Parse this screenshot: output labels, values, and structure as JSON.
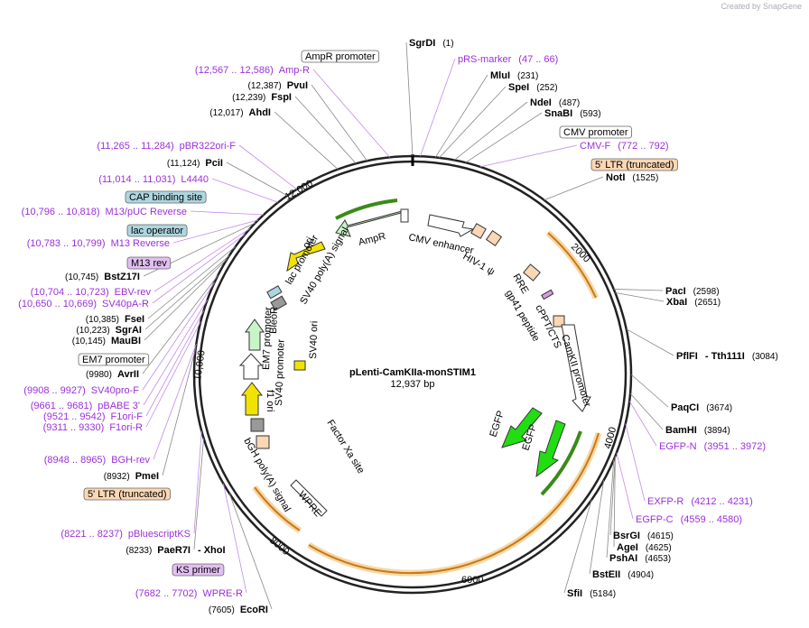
{
  "credit": "Created by SnapGene",
  "plasmid": {
    "name": "pLenti-CamKIIa-monSTIM1",
    "size": "12,937 bp"
  },
  "ticks": [
    "2000",
    "4000",
    "6000",
    "8000",
    "10,000",
    "12,000"
  ],
  "left_labels": [
    {
      "pos": "(12,567 .. 12,586)",
      "name": "Amp-R",
      "kind": "primer"
    },
    {
      "pos": "(12,387)",
      "name": "PvuI",
      "kind": "enzyme"
    },
    {
      "pos": "(12,239)",
      "name": "FspI",
      "kind": "enzyme"
    },
    {
      "pos": "(12,017)",
      "name": "AhdI",
      "kind": "enzyme"
    },
    {
      "pos": "(11,265 .. 11,284)",
      "name": "pBR322ori-F",
      "kind": "primer"
    },
    {
      "pos": "(11,124)",
      "name": "PciI",
      "kind": "enzyme"
    },
    {
      "pos": "(11,014 .. 11,031)",
      "name": "L4440",
      "kind": "primer"
    },
    {
      "pos": "(10,796 .. 10,818)",
      "name": "M13/pUC Reverse",
      "kind": "primer"
    },
    {
      "pos": "(10,783 .. 10,799)",
      "name": "M13 Reverse",
      "kind": "primer"
    },
    {
      "pos": "(10,745)",
      "name": "BstZ17I",
      "kind": "enzyme"
    },
    {
      "pos": "(10,704 .. 10,723)",
      "name": "EBV-rev",
      "kind": "primer"
    },
    {
      "pos": "(10,650 .. 10,669)",
      "name": "SV40pA-R",
      "kind": "primer"
    },
    {
      "pos": "(10,385)",
      "name": "FseI",
      "kind": "enzyme"
    },
    {
      "pos": "(10,223)",
      "name": "SgrAI",
      "kind": "enzyme"
    },
    {
      "pos": "(10,145)",
      "name": "MauBI",
      "kind": "enzyme"
    },
    {
      "pos": "(9980)",
      "name": "AvrII",
      "kind": "enzyme"
    },
    {
      "pos": "(9908 .. 9927)",
      "name": "SV40pro-F",
      "kind": "primer"
    },
    {
      "pos": "(9661 .. 9681)",
      "name": "pBABE 3'",
      "kind": "primer"
    },
    {
      "pos": "(9521 .. 9542)",
      "name": "F1ori-F",
      "kind": "primer"
    },
    {
      "pos": "(9311 .. 9330)",
      "name": "F1ori-R",
      "kind": "primer"
    },
    {
      "pos": "(8948 .. 8965)",
      "name": "BGH-rev",
      "kind": "primer"
    },
    {
      "pos": "(8932)",
      "name": "PmeI",
      "kind": "enzyme"
    },
    {
      "pos": "(8221 .. 8237)",
      "name": "pBluescriptKS",
      "kind": "primer"
    },
    {
      "pos": "(8233)",
      "name": "PaeR7I",
      "kind": "enzyme",
      "extra": "- XhoI"
    },
    {
      "pos": "(7682 .. 7702)",
      "name": "WPRE-R",
      "kind": "primer"
    },
    {
      "pos": "(7605)",
      "name": "EcoRI",
      "kind": "enzyme"
    }
  ],
  "right_labels": [
    {
      "pos": "(1)",
      "name": "SgrDI",
      "kind": "enzyme"
    },
    {
      "pos": "(47 .. 66)",
      "name": "pRS-marker",
      "kind": "primer"
    },
    {
      "pos": "(231)",
      "name": "MluI",
      "kind": "enzyme"
    },
    {
      "pos": "(252)",
      "name": "SpeI",
      "kind": "enzyme"
    },
    {
      "pos": "(487)",
      "name": "NdeI",
      "kind": "enzyme"
    },
    {
      "pos": "(593)",
      "name": "SnaBI",
      "kind": "enzyme"
    },
    {
      "pos": "(772 .. 792)",
      "name": "CMV-F",
      "kind": "primer"
    },
    {
      "pos": "(1525)",
      "name": "NotI",
      "kind": "enzyme"
    },
    {
      "pos": "(2598)",
      "name": "PacI",
      "kind": "enzyme"
    },
    {
      "pos": "(2651)",
      "name": "XbaI",
      "kind": "enzyme"
    },
    {
      "pos": "(3084)",
      "name": "PflFI",
      "kind": "enzyme",
      "extra": "- Tth111I"
    },
    {
      "pos": "(3674)",
      "name": "PaqCI",
      "kind": "enzyme"
    },
    {
      "pos": "(3894)",
      "name": "BamHI",
      "kind": "enzyme"
    },
    {
      "pos": "(3951 .. 3972)",
      "name": "EGFP-N",
      "kind": "primer"
    },
    {
      "pos": "(4212 .. 4231)",
      "name": "EXFP-R",
      "kind": "primer"
    },
    {
      "pos": "(4559 .. 4580)",
      "name": "EGFP-C",
      "kind": "primer"
    },
    {
      "pos": "(4615)",
      "name": "BsrGI",
      "kind": "enzyme"
    },
    {
      "pos": "(4625)",
      "name": "AgeI",
      "kind": "enzyme"
    },
    {
      "pos": "(4653)",
      "name": "PshAI",
      "kind": "enzyme"
    },
    {
      "pos": "(4904)",
      "name": "BstEII",
      "kind": "enzyme"
    },
    {
      "pos": "(5184)",
      "name": "SfiI",
      "kind": "enzyme"
    }
  ],
  "boxed_labels": [
    {
      "name": "AmpR promoter",
      "style": "white"
    },
    {
      "name": "CMV promoter",
      "style": "white"
    },
    {
      "name": "5' LTR (truncated)",
      "style": "orange"
    },
    {
      "name": "CAP binding site",
      "style": "blue"
    },
    {
      "name": "lac operator",
      "style": "blue"
    },
    {
      "name": "M13 rev",
      "style": "purple"
    },
    {
      "name": "EM7 promoter",
      "style": "white"
    },
    {
      "name": "5' LTR (truncated)",
      "style": "orange"
    },
    {
      "name": "KS primer",
      "style": "purple"
    }
  ],
  "inner_features": [
    "AmpR",
    "CMV enhancer",
    "ori",
    "lac promoter",
    "SV40 poly(A) signal",
    "HIV-1 ψ",
    "RRE",
    "gp41 peptide",
    "cPPT/CTS",
    "CamKII promoter",
    "BleoR",
    "EM7 promoter",
    "SV40 ori",
    "f1 ori",
    "SV40 promoter",
    "bGH poly(A) signal",
    "Factor Xa site",
    "WPRE",
    "EGFP",
    "EGFP"
  ],
  "colors": {
    "enzyme": "#000000",
    "primer": "#9b30d9",
    "orange_feature": "#e8a23a",
    "green_feature": "#22dd11",
    "light_green": "#c8f5c8",
    "yellow": "#f2e200",
    "peach": "#fbd7b4",
    "blue_box": "#aed6e0",
    "purple_box": "#e2bff2"
  }
}
